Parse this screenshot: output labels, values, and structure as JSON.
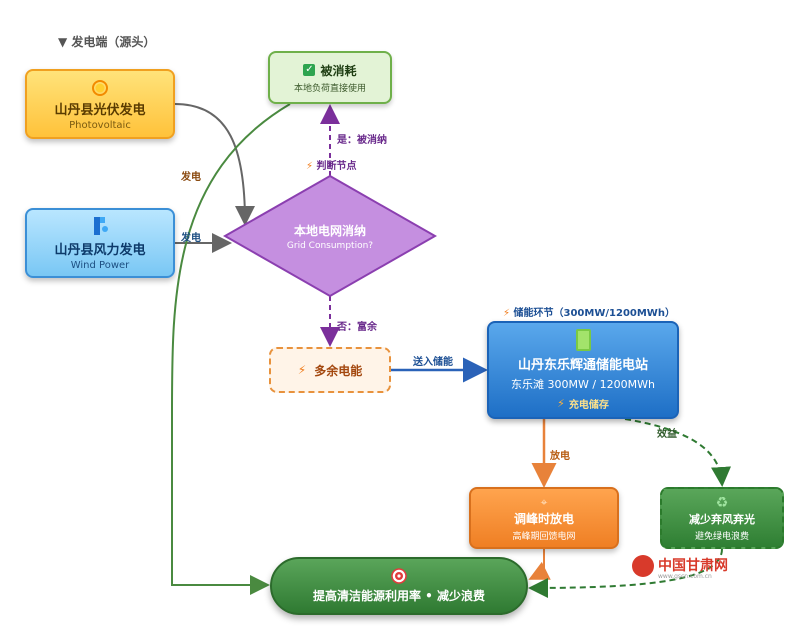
{
  "section_title": "▼ 发电端（源头）",
  "nodes": {
    "pv": {
      "title": "山丹县光伏发电",
      "subtitle": "Photovoltaic",
      "icon": "sun-icon"
    },
    "wind": {
      "title": "山丹县风力发电",
      "subtitle": "Wind Power",
      "icon": "wind-turbine-icon"
    },
    "consumed": {
      "title": "被消耗",
      "subtitle": "本地负荷直接使用",
      "icon": "checkbox-icon"
    },
    "decision": {
      "title": "本地电网消纳",
      "subtitle": "Grid Consumption?"
    },
    "surplus": {
      "title": "多余电能",
      "icon": "lightning-icon"
    },
    "storage": {
      "title": "山丹东乐辉通储能电站",
      "subtitle": "东乐滩 300MW / 1200MWh",
      "note": "充电储存",
      "icon": "battery-icon"
    },
    "discharge": {
      "title": "调峰时放电",
      "subtitle": "高峰期回馈电网",
      "icon": "satellite-icon"
    },
    "reduce": {
      "title": "减少弃风弃光",
      "subtitle": "避免绿电浪费",
      "icon": "recycle-icon"
    },
    "goal": {
      "title": "提高清洁能源利用率 • 减少浪费",
      "icon": "target-icon"
    }
  },
  "edge_labels": {
    "pv_gen": "发电",
    "wind_gen": "发电",
    "yes": "是：被消纳",
    "judge": "判断节点",
    "no": "否：富余",
    "to_storage": "送入储能",
    "storage_section": "储能环节（300MW/1200MWh）",
    "discharge": "放电",
    "benefit": "效益"
  },
  "watermark": {
    "text": "中国甘肃网",
    "url": "www.gscn.com.cn"
  },
  "colors": {
    "green": "#4a8a40",
    "purple": "#7b2f9b",
    "orange": "#e8823a",
    "blue": "#2a62b8",
    "darkgreen": "#2f7a32"
  }
}
